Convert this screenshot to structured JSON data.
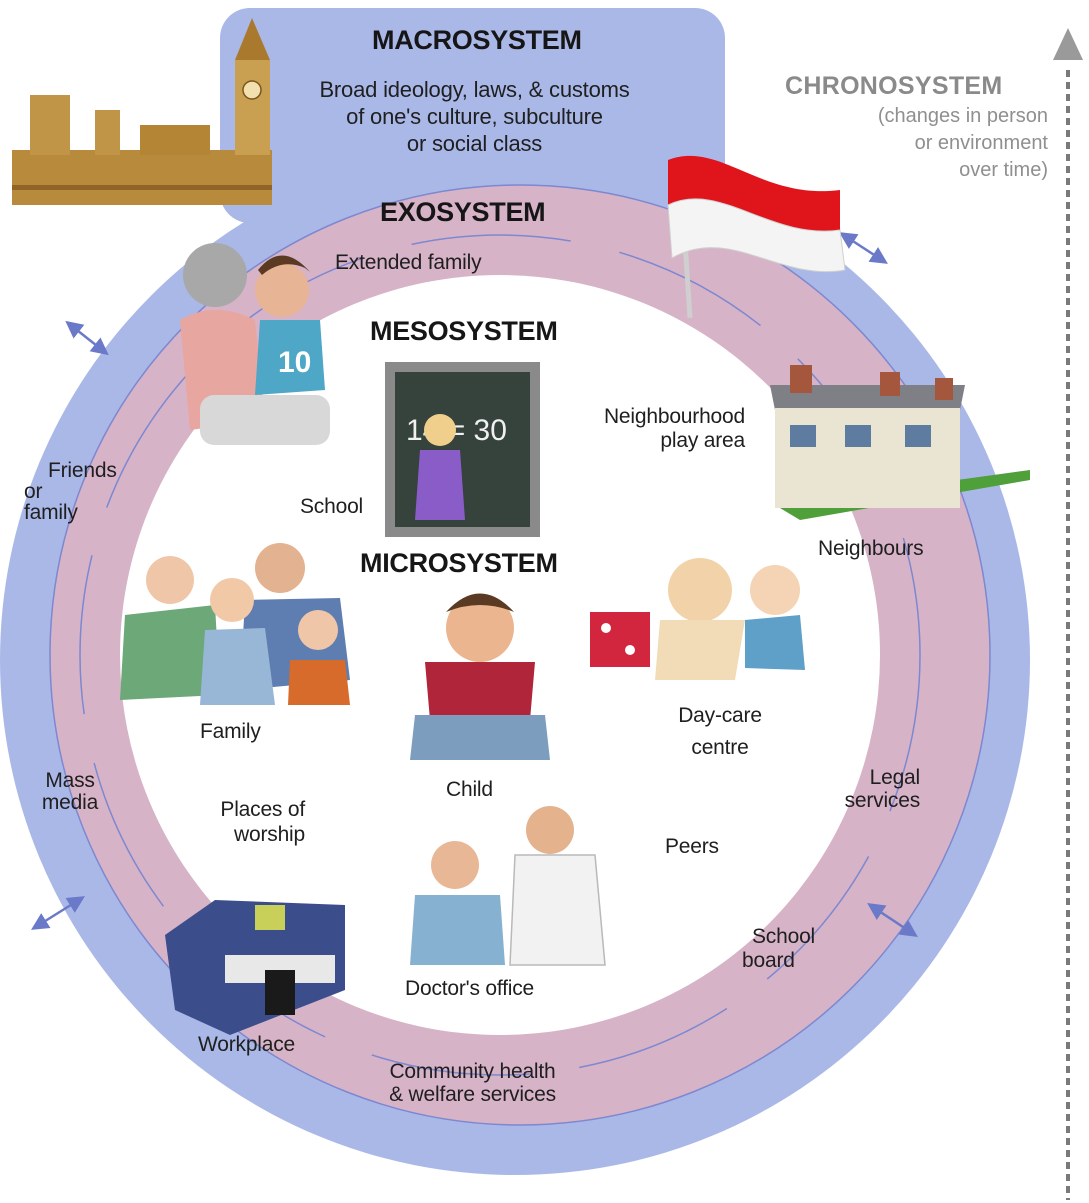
{
  "macrosystem": {
    "title": "MACROSYSTEM",
    "description_lines": [
      "Broad ideology, laws, & customs",
      "of one's culture, subculture",
      "or social class"
    ]
  },
  "chronosystem": {
    "title": "CHRONOSYSTEM",
    "description_lines": [
      "(changes in person",
      "or environment",
      "over time)"
    ]
  },
  "exosystem": {
    "title": "EXOSYSTEM",
    "items": {
      "extended_family": "Extended family",
      "friends_or_family": [
        "Friends",
        "or",
        "family"
      ],
      "mass_media": [
        "Mass",
        "media"
      ],
      "neighbours": "Neighbours",
      "legal_services": [
        "Legal",
        "services"
      ],
      "school_board": [
        "School",
        "board"
      ],
      "workplace": "Workplace",
      "community_health": [
        "Community health",
        "& welfare services"
      ]
    }
  },
  "mesosystem": {
    "title": "MESOSYSTEM",
    "items": {
      "school": "School",
      "neighbourhood_play_area": [
        "Neighbourhood",
        "play area"
      ],
      "places_of_worship": [
        "Places of",
        "worship"
      ],
      "peers": "Peers",
      "doctors_office": "Doctor's office"
    }
  },
  "microsystem": {
    "title": "MICROSYSTEM",
    "items": {
      "family": "Family",
      "child": "Child",
      "day_care": [
        "Day-care",
        "centre"
      ]
    }
  },
  "chalkboard_text": "14 = 30",
  "shirt_number": "10",
  "colors": {
    "macro_ring": "#aab8e8",
    "exo_ring": "#d7b3c8",
    "inner_circle": "#ffffff",
    "arrows": "#6b79c9",
    "flag_red": "#e0151b",
    "flag_white": "#f4f4f4"
  }
}
